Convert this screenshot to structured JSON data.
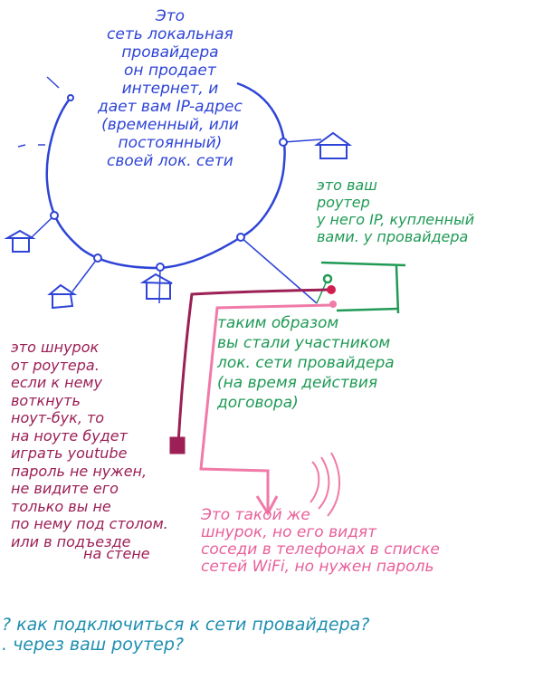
{
  "colors": {
    "network": "#2e44d6",
    "router": "#1f9a55",
    "cable": "#9c1f55",
    "wifi": "#e8609a",
    "question": "#1f8fb0"
  },
  "notes": {
    "provider_network": [
      "Это",
      "сеть локальная",
      "провайдера",
      "он продает",
      "интернет, и",
      "дает вам IP-адрес",
      "(временный, или",
      "постоянный)",
      "своей лок. сети"
    ],
    "router": [
      "это ваш",
      "роутер",
      "у него IP, купленный",
      "вами. у провайдера"
    ],
    "membership": [
      "таким образом",
      "вы стали участником",
      "лок. сети провайдера",
      "(на время действия",
      "договора)"
    ],
    "cable": [
      "это шнурок",
      "от роутера.",
      "если к нему",
      "воткнуть",
      "ноут-бук, то",
      "на ноуте будет",
      "играть youtube",
      "пароль не нужен,",
      "не видите его",
      "только вы не",
      "по нему под столом.",
      "или в подъезде",
      "на стене"
    ],
    "wifi": [
      "Это такой же",
      "шнурок, но его видят",
      "соседи в телефонах в списке",
      "сетей WiFi, но нужен пароль"
    ],
    "question": [
      "? как подключиться к сети провайдера?",
      ". через ваш роутер?"
    ]
  }
}
